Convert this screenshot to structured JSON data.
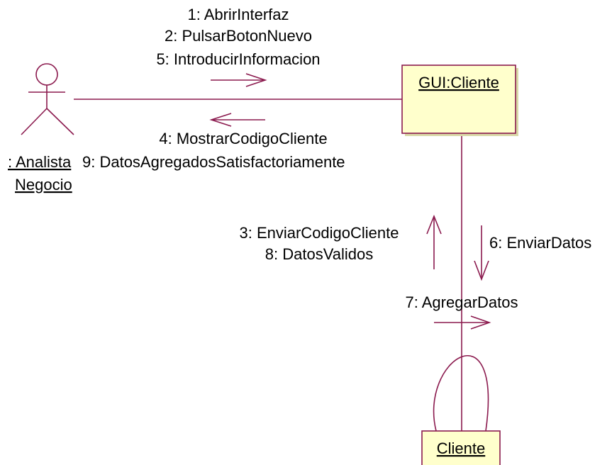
{
  "colors": {
    "line": "#8b1a4e",
    "box_fill": "#ffffcc",
    "text": "#000000"
  },
  "actor": {
    "name_line1": ": Analista",
    "name_line2": "Negocio"
  },
  "objects": {
    "gui_cliente": "GUI:Cliente",
    "cliente": "Cliente"
  },
  "messages": {
    "top_forward": [
      "1: AbrirInterfaz",
      "2: PulsarBotonNuevo",
      "5: IntroducirInformacion"
    ],
    "top_back": [
      "4: MostrarCodigoCliente",
      "9: DatosAgregadosSatisfactoriamente"
    ],
    "vertical_up": [
      "3: EnviarCodigoCliente",
      "8: DatosValidos"
    ],
    "vertical_down": [
      "6: EnviarDatos"
    ],
    "self": [
      "7: AgregarDatos"
    ]
  }
}
